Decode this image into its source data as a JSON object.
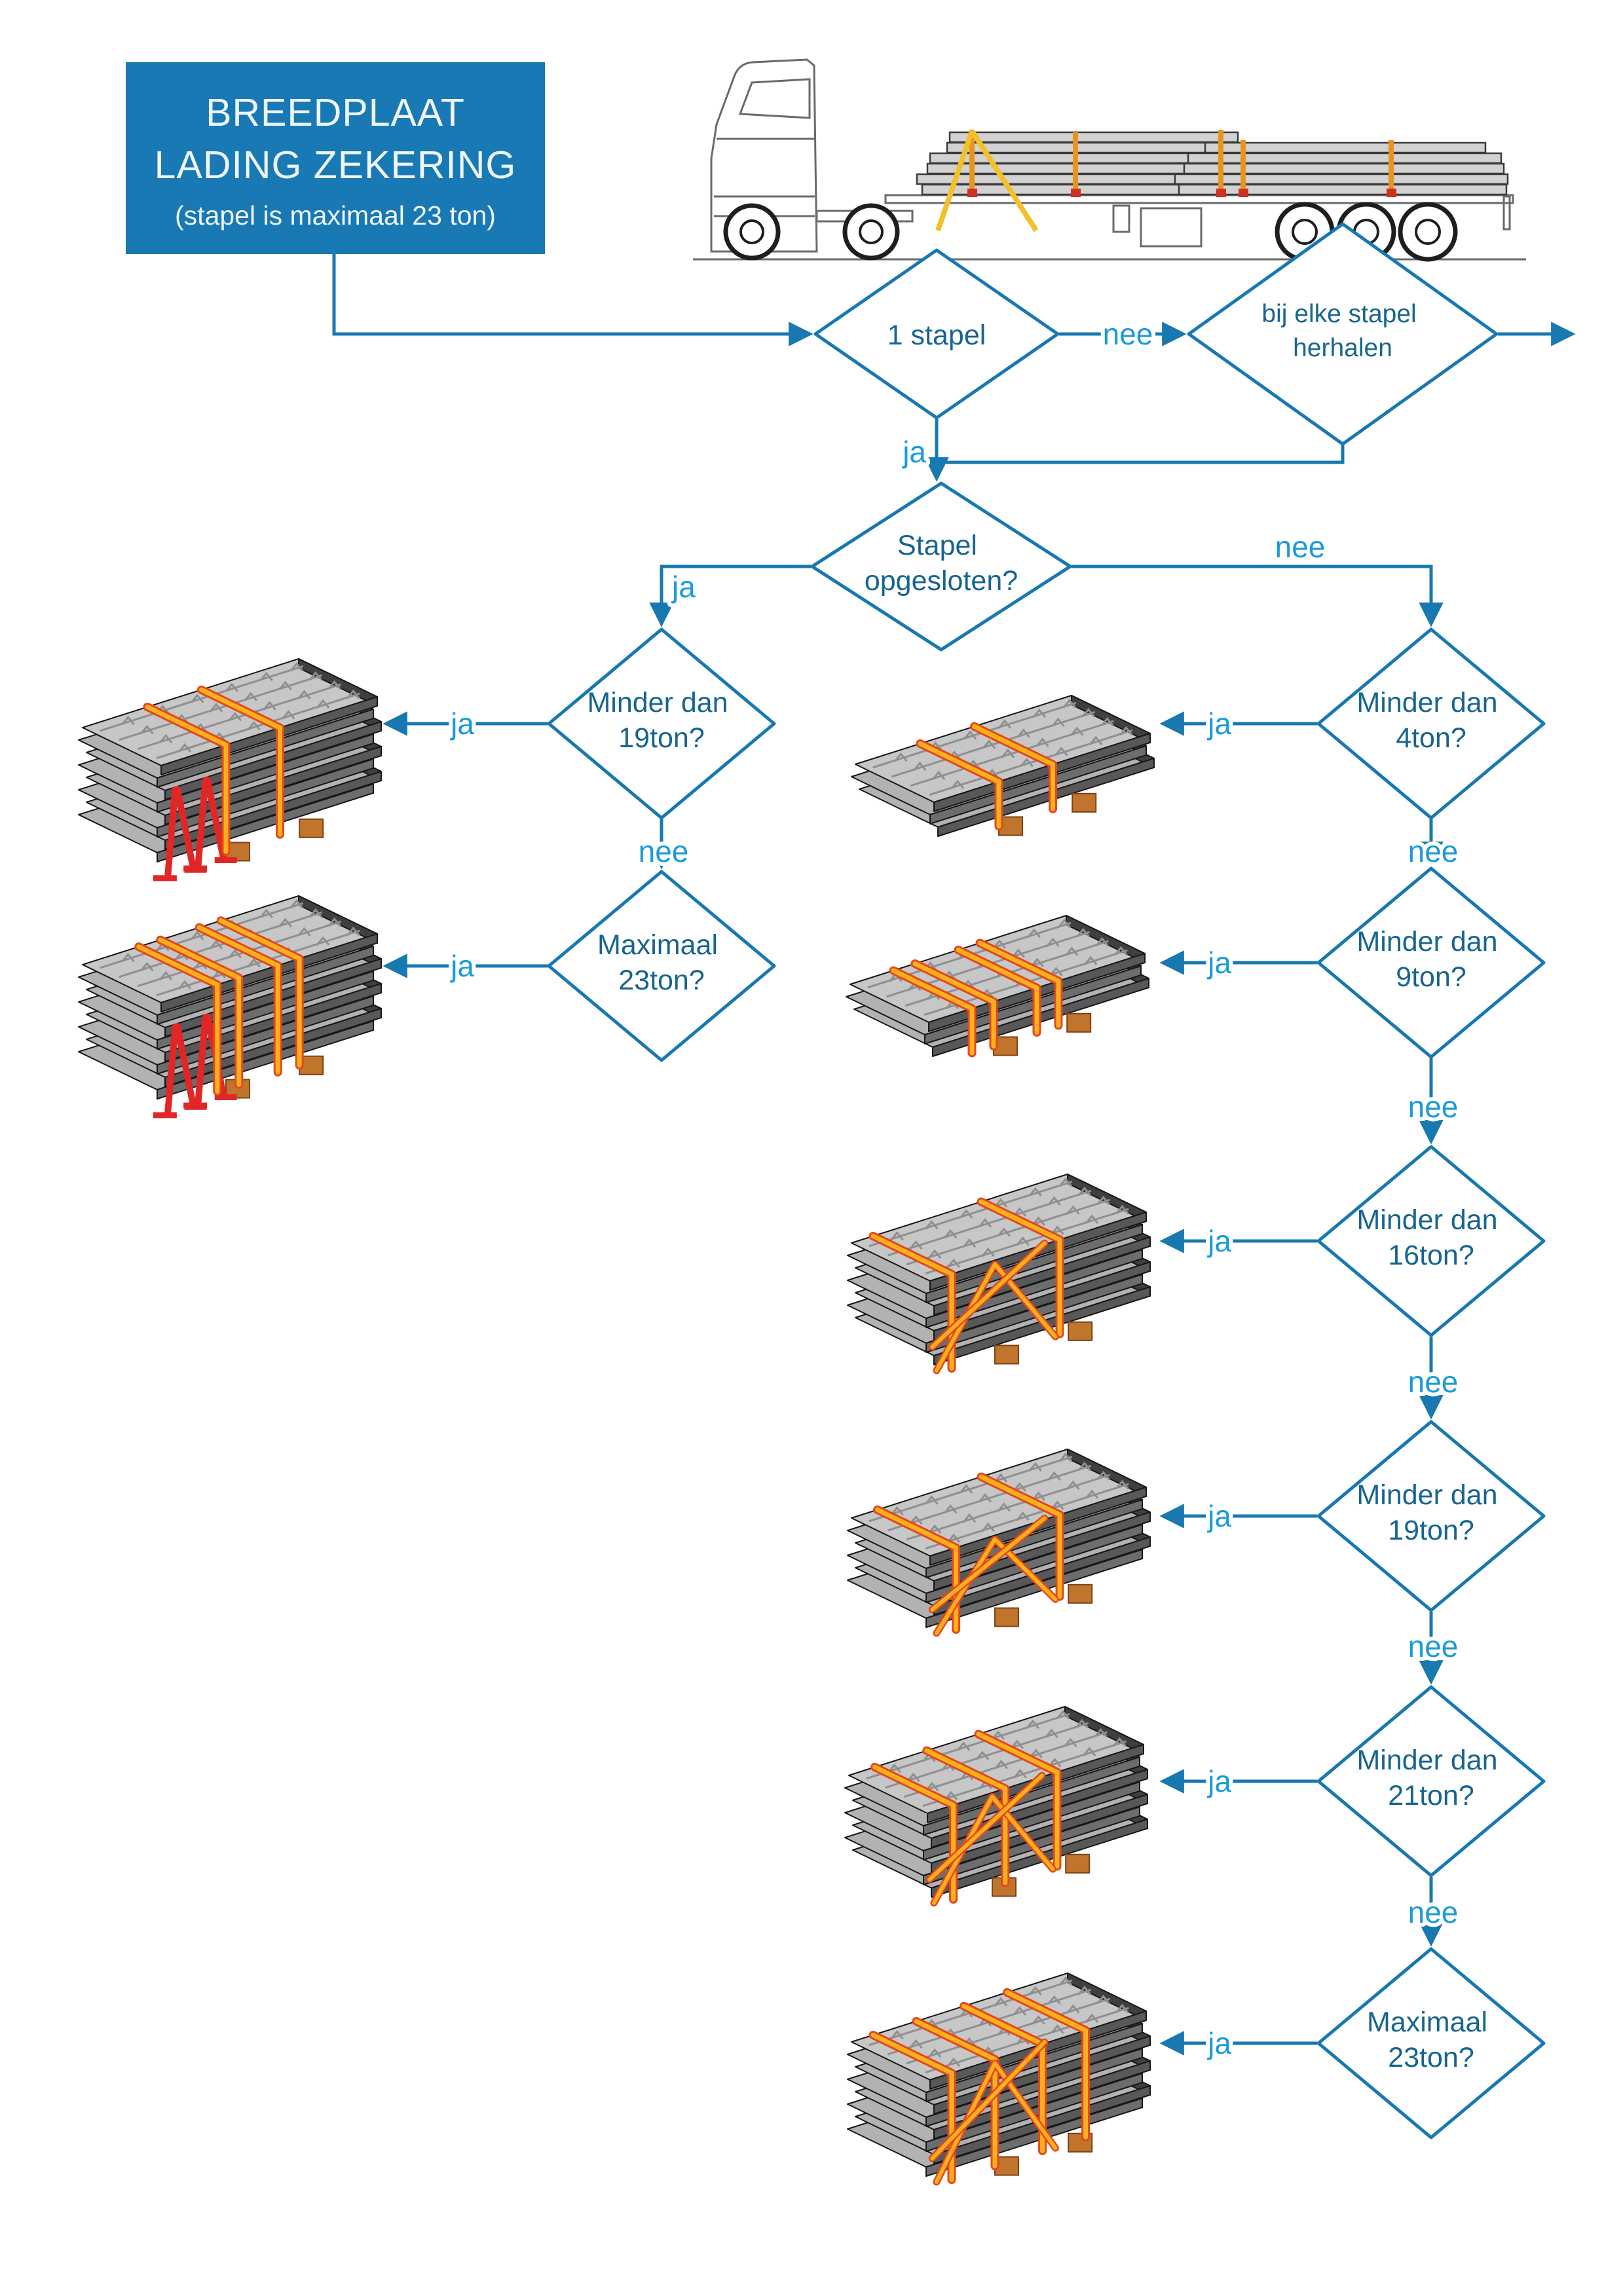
{
  "title": {
    "line1": "BREEDPLAAT",
    "line2": "LADING ZEKERING",
    "subtitle": "(stapel is maximaal 23 ton)"
  },
  "labels": {
    "ja": "ja",
    "nee": "nee"
  },
  "colors": {
    "primary": "#1878b0",
    "edge_label": "#1b9bd8",
    "node_text": "#17658f",
    "title_box": "#1879b4",
    "strap": "#ffaf1c",
    "strap_edge": "#e2481f",
    "support": "#e12626",
    "pallet": "#c0742c"
  },
  "nodes": [
    {
      "id": "one-stapel",
      "lines": [
        "1 stapel"
      ]
    },
    {
      "id": "repeat-each-stack",
      "lines": [
        "bij elke stapel",
        "herhalen"
      ]
    },
    {
      "id": "stack-enclosed",
      "lines": [
        "Stapel",
        "opgesloten?"
      ]
    },
    {
      "id": "enclosed-under-19t",
      "lines": [
        "Minder dan",
        "19ton?"
      ]
    },
    {
      "id": "enclosed-max-23t",
      "lines": [
        "Maximaal",
        "23ton?"
      ]
    },
    {
      "id": "open-under-4t",
      "lines": [
        "Minder dan",
        "4ton?"
      ]
    },
    {
      "id": "open-under-9t",
      "lines": [
        "Minder dan",
        "9ton?"
      ]
    },
    {
      "id": "open-under-16t",
      "lines": [
        "Minder dan",
        "16ton?"
      ]
    },
    {
      "id": "open-under-19t",
      "lines": [
        "Minder dan",
        "19ton?"
      ]
    },
    {
      "id": "open-under-21t",
      "lines": [
        "Minder dan",
        "21ton?"
      ]
    },
    {
      "id": "open-max-23t",
      "lines": [
        "Maximaal",
        "23ton?"
      ]
    }
  ],
  "stacks": [
    {
      "id": "enclosed-under-19t",
      "slabs": 8,
      "straps": [
        0.3,
        0.55
      ],
      "supports": true,
      "diagonal": false
    },
    {
      "id": "enclosed-max-23t",
      "slabs": 8,
      "straps": [
        0.26,
        0.36,
        0.54,
        0.64
      ],
      "supports": true,
      "diagonal": false
    },
    {
      "id": "open-under-4t",
      "slabs": 3,
      "straps": [
        0.3,
        0.55
      ],
      "supports": false,
      "diagonal": false
    },
    {
      "id": "open-under-9t",
      "slabs": 3,
      "straps": [
        0.2,
        0.3,
        0.5,
        0.6
      ],
      "supports": false,
      "diagonal": false
    },
    {
      "id": "open-under-16t",
      "slabs": 7,
      "straps": [
        0.1,
        0.6
      ],
      "supports": false,
      "diagonal": true
    },
    {
      "id": "open-under-19t",
      "slabs": 6,
      "straps": [
        0.12,
        0.6
      ],
      "supports": false,
      "diagonal": true
    },
    {
      "id": "open-under-21t",
      "slabs": 7,
      "straps": [
        0.12,
        0.36,
        0.6
      ],
      "supports": false,
      "diagonal": true
    },
    {
      "id": "open-max-23t",
      "slabs": 8,
      "straps": [
        0.1,
        0.3,
        0.52,
        0.72
      ],
      "supports": false,
      "diagonal": true
    }
  ]
}
